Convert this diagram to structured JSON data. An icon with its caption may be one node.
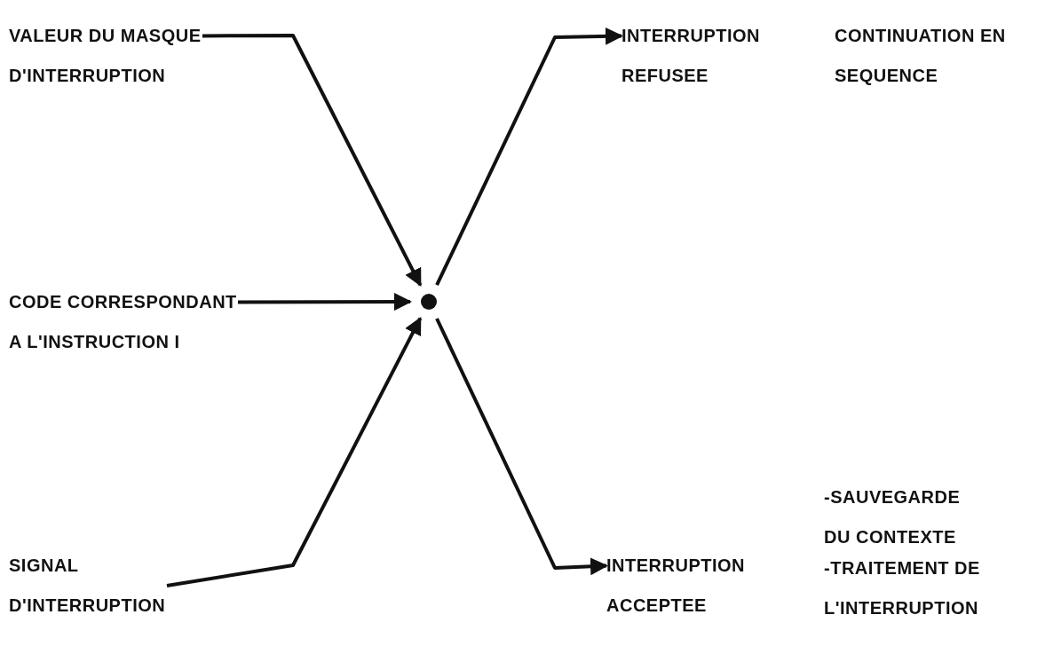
{
  "diagram": {
    "nodes": [
      {
        "text": [
          "VALEUR DU MASQUE D'INTERRUPTION"
        ]
      },
      {
        "text": [
          "INTERRUPTION REFUSEE"
        ]
      },
      {
        "text": [
          "CODE CORRESPONDANT A L'INSTRUCTION I"
        ]
      },
      {
        "text": [],
        "shape": "circle"
      },
      {
        "text": [
          "SIGNAL D'INTERRUPTION"
        ]
      },
      {
        "text": [
          "INTERRUPTION ACCEPTEE"
        ]
      }
    ],
    "edges": [
      {
        "from": 0,
        "to": 3,
        "arrow": "to"
      },
      {
        "from": 3,
        "to": 1,
        "arrow": "to"
      },
      {
        "from": 2,
        "to": 3,
        "arrow": "to"
      },
      {
        "from": 4,
        "to": 3,
        "arrow": "to"
      },
      {
        "from": 3,
        "to": 5,
        "arrow": "to"
      }
    ],
    "labels": [
      "CONTINUATION EN SEQUENCE",
      "-SAUVEGARDE DU CONTEXTE",
      "-TRAITEMENT DE L'INTERRUPTION"
    ]
  }
}
